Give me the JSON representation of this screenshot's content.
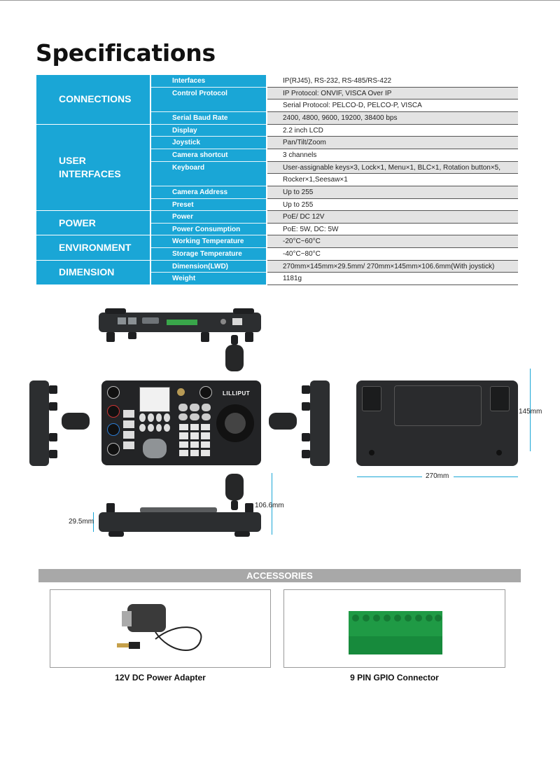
{
  "page": {
    "title": "Specifications"
  },
  "specs": [
    {
      "category": "CONNECTIONS",
      "rows": [
        {
          "label": "Interfaces",
          "values": [
            "IP(RJ45), RS-232, RS-485/RS-422"
          ]
        },
        {
          "label": "Control Protocol",
          "values": [
            "IP Protocol: ONVIF, VISCA Over IP",
            "Serial Protocol: PELCO-D, PELCO-P, VISCA"
          ]
        },
        {
          "label": "Serial Baud Rate",
          "values": [
            "2400, 4800, 9600, 19200, 38400 bps"
          ]
        }
      ]
    },
    {
      "category": "USER INTERFACES",
      "rows": [
        {
          "label": "Display",
          "values": [
            "2.2 inch LCD"
          ]
        },
        {
          "label": "Joystick",
          "values": [
            "Pan/Tilt/Zoom"
          ]
        },
        {
          "label": "Camera shortcut",
          "values": [
            "3  channels"
          ]
        },
        {
          "label": "Keyboard",
          "values": [
            "User-assignable keys×3, Lock×1, Menu×1, BLC×1, Rotation button×5,",
            "Rocker×1,Seesaw×1"
          ]
        },
        {
          "label": "Camera Address",
          "values": [
            "Up to 255"
          ]
        },
        {
          "label": "Preset",
          "values": [
            "Up to 255"
          ]
        }
      ]
    },
    {
      "category": "POWER",
      "rows": [
        {
          "label": "Power",
          "values": [
            "PoE/ DC 12V"
          ]
        },
        {
          "label": "Power Consumption",
          "values": [
            "PoE: 5W, DC: 5W"
          ]
        }
      ]
    },
    {
      "category": "ENVIRONMENT",
      "rows": [
        {
          "label": "Working Temperature",
          "values": [
            "-20°C~60°C"
          ]
        },
        {
          "label": "Storage Temperature",
          "values": [
            "-40°C~80°C"
          ]
        }
      ]
    },
    {
      "category": "DIMENSION",
      "rows": [
        {
          "label": "Dimension(LWD)",
          "values": [
            "270mm×145mm×29.5mm/ 270mm×145mm×106.6mm(With joystick)"
          ]
        },
        {
          "label": "Weight",
          "values": [
            "1181g"
          ]
        }
      ]
    }
  ],
  "device": {
    "brand": "LILLIPUT",
    "dim_height": "145mm",
    "dim_length": "270mm",
    "dim_joystick": "106.6mm",
    "dim_depth": "29.5mm"
  },
  "accessories": {
    "header": "ACCESSORIES",
    "items": [
      {
        "caption": "12V DC Power Adapter"
      },
      {
        "caption": "9 PIN GPIO Connector"
      }
    ]
  },
  "colors": {
    "accent": "#1aa6d6",
    "row_shade": "#e3e3e3",
    "bar": "#a8a8a8"
  }
}
